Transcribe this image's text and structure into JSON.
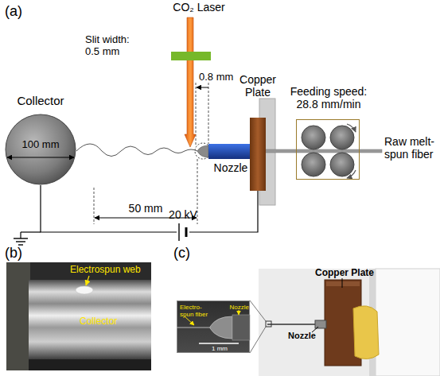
{
  "diagram": {
    "nodes": [
      {
        "text": [
          "Collector",
          "100 mm"
        ]
      },
      {
        "text": [
          "Slit width: 0.5 mm"
        ]
      },
      {
        "text": [
          "CO₂ Laser"
        ]
      },
      {
        "text": [
          "Nozzle"
        ]
      },
      {
        "text": [
          "Copper Plate"
        ]
      },
      {
        "text": [
          "Feeding speed: 28.8 mm/min"
        ]
      },
      {
        "text": [
          "Electro-spun fiber",
          "Nozzle",
          "1 mm"
        ]
      }
    ],
    "edges": [
      {
        "from": 0,
        "to": 4,
        "label": "20 kV",
        "arrow": "none"
      }
    ],
    "labels": [
      "(a)",
      "0.8 mm",
      "50 mm",
      "Raw melt-spun fiber",
      "(b)",
      "Electrospun web",
      "Collector",
      "(c)",
      "Copper Plate",
      "Nozzle"
    ]
  }
}
